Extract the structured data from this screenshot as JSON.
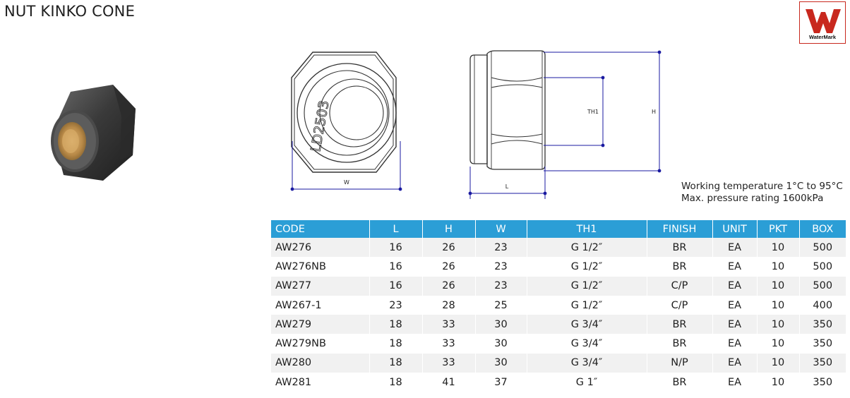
{
  "page": {
    "title": "NUT KINKO CONE"
  },
  "logo": {
    "text": "WaterMark",
    "icon": "watermark-w-icon",
    "color": "#c8281e"
  },
  "drawings": {
    "front_engraving": "LD2503",
    "front_dim": "W",
    "side_dims": {
      "length": "L",
      "thread": "TH1",
      "height": "H"
    },
    "dimension_color": "#1a1aa0"
  },
  "notes": {
    "line1": "Working temperature 1°C to 95°C",
    "line2": "Max. pressure rating 1600kPa"
  },
  "table": {
    "header_color": "#2b9ed6",
    "columns": [
      "CODE",
      "L",
      "H",
      "W",
      "TH1",
      "FINISH",
      "UNIT",
      "PKT",
      "BOX"
    ],
    "rows": [
      [
        "AW276",
        "16",
        "26",
        "23",
        "G 1/2″",
        "BR",
        "EA",
        "10",
        "500"
      ],
      [
        "AW276NB",
        "16",
        "26",
        "23",
        "G 1/2″",
        "BR",
        "EA",
        "10",
        "500"
      ],
      [
        "AW277",
        "16",
        "26",
        "23",
        "G 1/2″",
        "C/P",
        "EA",
        "10",
        "500"
      ],
      [
        "AW267-1",
        "23",
        "28",
        "25",
        "G 1/2″",
        "C/P",
        "EA",
        "10",
        "400"
      ],
      [
        "AW279",
        "18",
        "33",
        "30",
        "G 3/4″",
        "BR",
        "EA",
        "10",
        "350"
      ],
      [
        "AW279NB",
        "18",
        "33",
        "30",
        "G 3/4″",
        "BR",
        "EA",
        "10",
        "350"
      ],
      [
        "AW280",
        "18",
        "33",
        "30",
        "G 3/4″",
        "N/P",
        "EA",
        "10",
        "350"
      ],
      [
        "AW281",
        "18",
        "41",
        "37",
        "G 1″",
        "BR",
        "EA",
        "10",
        "350"
      ]
    ]
  }
}
